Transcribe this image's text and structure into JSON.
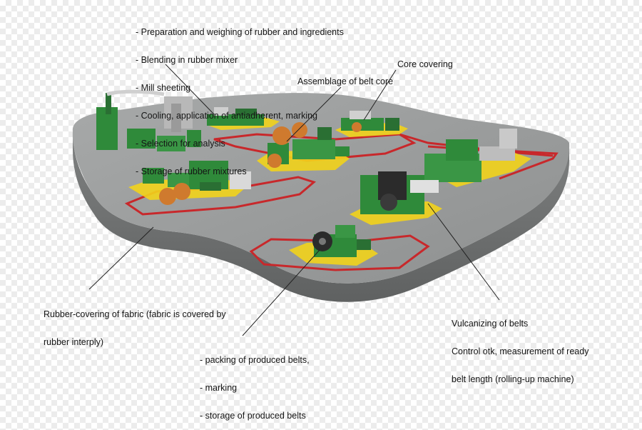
{
  "callouts": {
    "preparation": {
      "lines": [
        "- Preparation and weighing of rubber and ingredients",
        "- Blending in rubber mixer",
        "- Mill sheeting",
        "- Cooling, application of antiadherent, marking",
        "- Selection for analysis",
        "- Storage of rubber mixtures"
      ]
    },
    "core_covering": "Core covering",
    "belt_core": "Assemblage of belt core",
    "rubber_covering": {
      "lines": [
        "Rubber-covering of fabric (fabric is covered by",
        "rubber interply)"
      ]
    },
    "vulcanizing": {
      "lines": [
        "Vulcanizing of belts",
        "Control otk, measurement of ready",
        "belt length (rolling-up machine)"
      ]
    },
    "packing": {
      "lines": [
        "- packing of produced belts,",
        "- marking",
        "- storage of produced belts"
      ]
    }
  },
  "colors": {
    "floor_top": "#9b9d9d",
    "floor_side": "#7c7e7e",
    "machine_green": "#2f8a3a",
    "safety_yellow": "#f2d31b",
    "marking_red": "#c8282b",
    "roll_orange": "#cf7a2e",
    "leader_line": "#222222"
  }
}
